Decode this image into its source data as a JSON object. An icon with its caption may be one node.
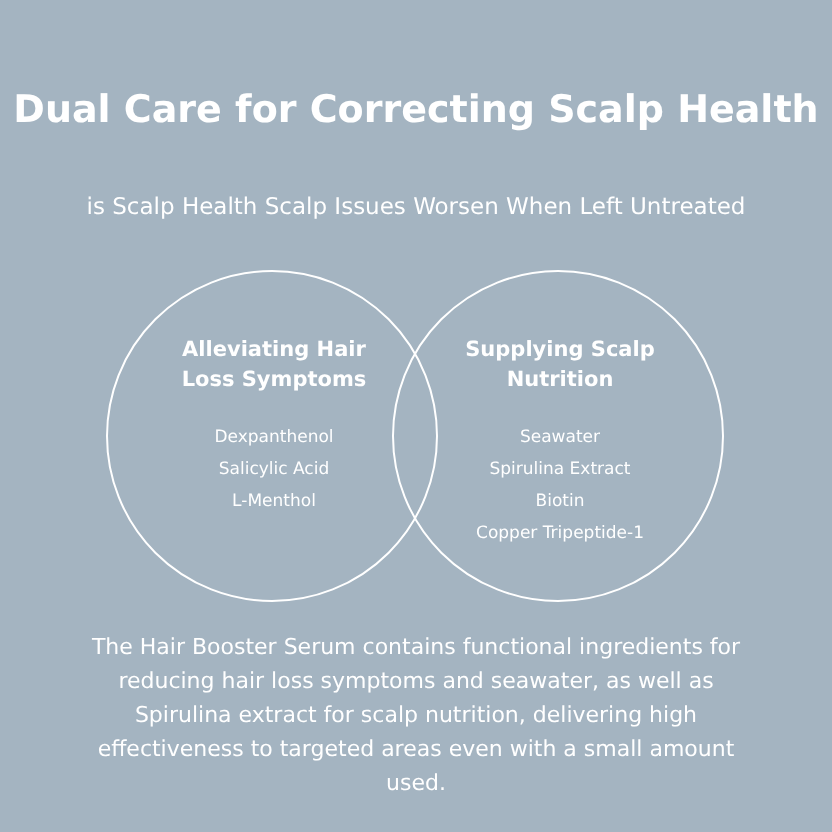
{
  "diagram": {
    "title": "Dual Care for Correcting Scalp Health",
    "nodes": [
      {
        "text": [
          "Alleviating Hair Loss Symptoms",
          "Dexpanthenol",
          "Salicylic Acid",
          "L-Menthol"
        ]
      },
      {
        "text": [
          "Supplying Scalp Nutrition",
          "Seawater",
          "Spirulina Extract",
          "Biotin",
          "Copper Tripeptide-1"
        ]
      }
    ],
    "edges": [],
    "labels": [
      "is Scalp Health Scalp Issues Worsen When Left Untreated"
    ],
    "caption": "The Hair Booster Serum contains functional ingredients for reducing hair loss symptoms and seawater, as well as Spirulina extract for scalp nutrition, delivering high effectiveness to targeted areas even with a small amount used."
  }
}
